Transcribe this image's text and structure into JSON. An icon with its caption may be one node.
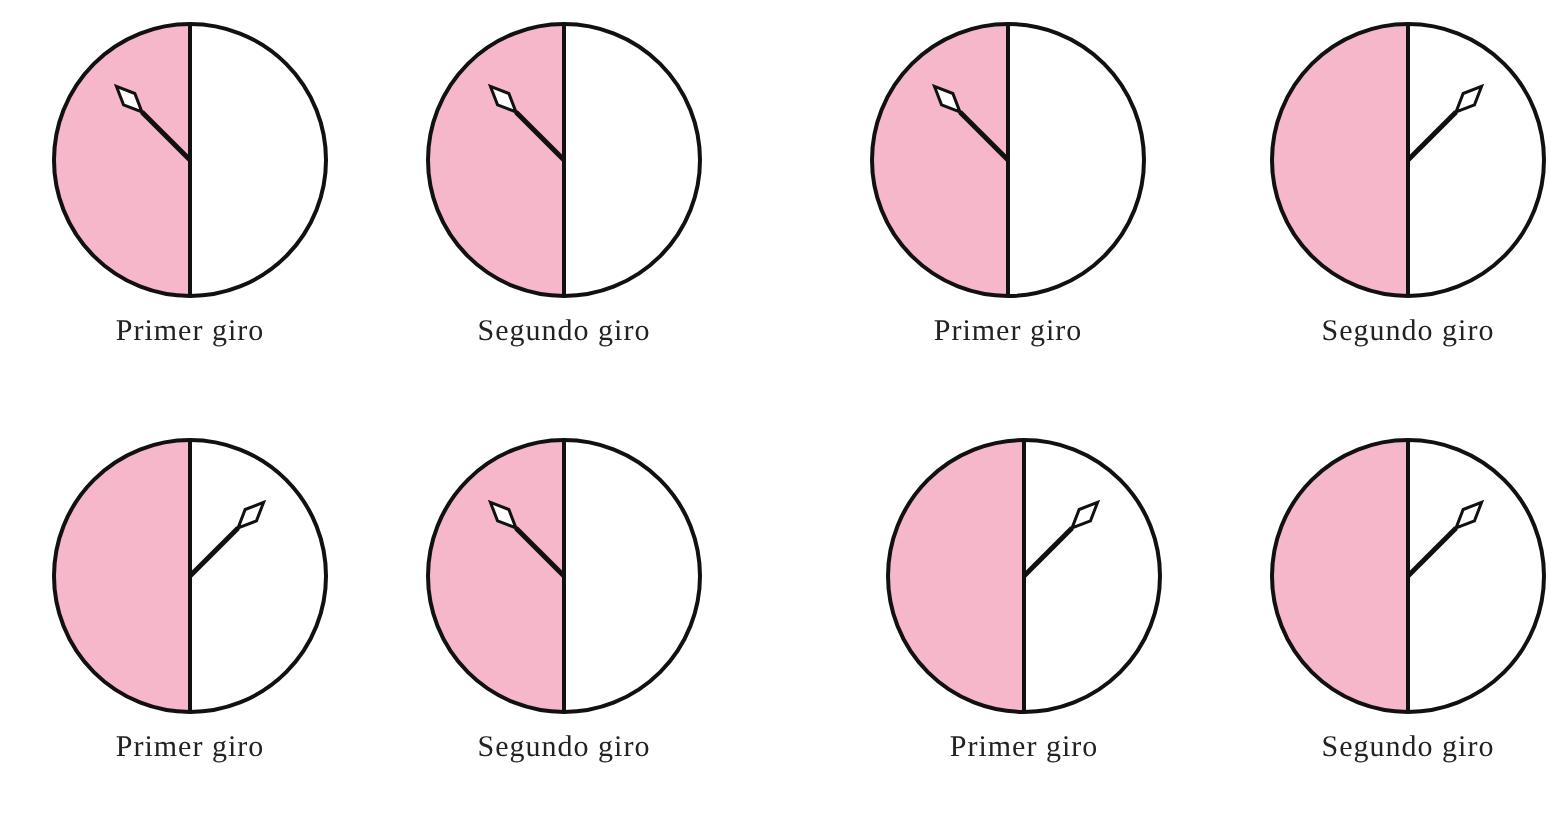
{
  "diagram": {
    "nodes": [
      {
        "text": [
          "Primer giro"
        ]
      },
      {
        "text": [
          "Segundo giro"
        ]
      },
      {
        "text": [
          "Primer giro"
        ]
      },
      {
        "text": [
          "Segundo giro"
        ]
      },
      {
        "text": [
          "Primer giro"
        ]
      },
      {
        "text": [
          "Segundo giro"
        ]
      },
      {
        "text": [
          "Primer giro"
        ]
      },
      {
        "text": [
          "Segundo giro"
        ]
      }
    ]
  }
}
